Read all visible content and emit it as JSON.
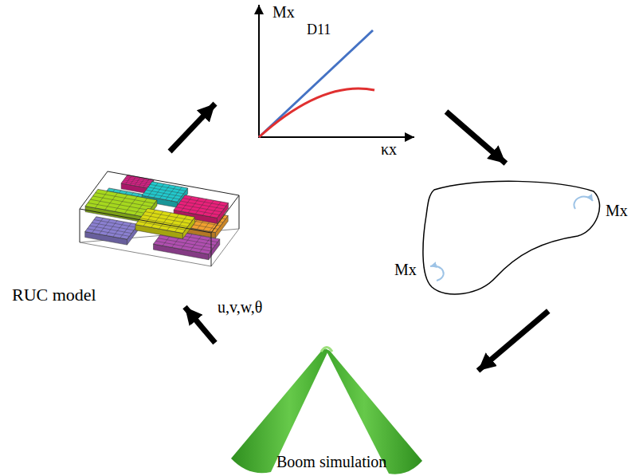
{
  "diagram": {
    "nodes": [
      {
        "text": [
          "RUC model"
        ]
      },
      {
        "text": [
          "Mx",
          "D11",
          "κx"
        ]
      },
      {
        "text": [
          "Mx",
          "Mx"
        ]
      },
      {
        "text": [
          "Boom simulation"
        ]
      }
    ],
    "edges": [
      {
        "from": 0,
        "to": 1,
        "arrow": "to"
      },
      {
        "from": 1,
        "to": 2,
        "arrow": "to"
      },
      {
        "from": 2,
        "to": 3,
        "arrow": "to"
      },
      {
        "from": 3,
        "to": 0,
        "label": "u,v,w,θ",
        "arrow": "to"
      }
    ]
  }
}
